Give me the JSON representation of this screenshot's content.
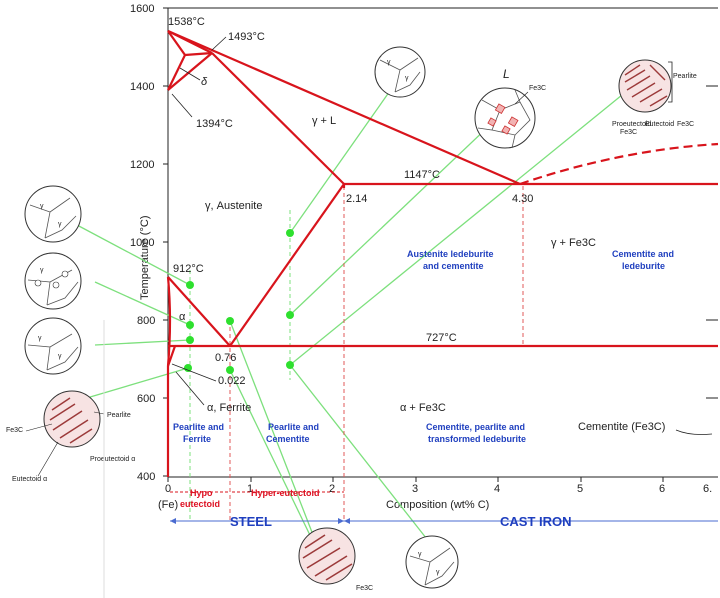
{
  "axes": {
    "y_title": "Temperature (°C)",
    "x_title": "Composition (wt% C)",
    "y_ticks": [
      "1600",
      "1400",
      "1200",
      "1000",
      "800",
      "600",
      "400"
    ],
    "x_ticks": [
      "0",
      "1",
      "2",
      "3",
      "4",
      "5",
      "6",
      "6."
    ],
    "fe_label": "(Fe)"
  },
  "points": {
    "t1538": "1538°C",
    "t1493": "1493°C",
    "delta": "δ",
    "t1394": "1394°C",
    "t1147": "1147°C",
    "c214": "2.14",
    "c430": "4.30",
    "t912": "912°C",
    "t727": "727°C",
    "c076": "0.76",
    "c0022": "0.022",
    "alpha_small": "α"
  },
  "phases": {
    "L": "L",
    "gamma_L": "γ + L",
    "austenite": "γ, Austenite",
    "gamma_fe3c": "γ + Fe3C",
    "alpha_fe3c": "α + Fe3C",
    "ferrite": "α, Ferrite",
    "cementite": "Cementite (Fe3C)"
  },
  "regions": {
    "pearlite_ferrite": [
      "Pearlite and",
      "Ferrite"
    ],
    "pearlite_cementite": [
      "Pearlite and",
      "Cementite"
    ],
    "cem_pearlite_led": [
      "Cementite, pearlite and",
      "transformed ledeburite"
    ],
    "aust_led_cem": [
      "Austenite ledeburite",
      "and cementite"
    ],
    "cem_led": [
      "Cementite and",
      "ledeburite"
    ]
  },
  "bands": {
    "hypo": [
      "Hypo",
      "eutectoid"
    ],
    "hyper": "Hyper-eutectoid",
    "steel": "STEEL",
    "cast_iron": "CAST IRON"
  },
  "microstructure": {
    "fe3c": "Fe3C",
    "pearlite": "Pearlite",
    "proeutectoid": "Proeutectoid",
    "proeutectoid_fe3c": "Fe3C",
    "eutectoid": "Eutectoid",
    "gamma": "γ",
    "left_pearlite": "Pearlite",
    "left_fe3c": "Fe3C",
    "left_proeutectoid": "Proeutectoid α",
    "left_eutectoid": "Eutectoid α",
    "bottom_fe3c": "Fe3C"
  },
  "colors": {
    "phase_line": "#d8141c",
    "leader": "#7de07d",
    "dot": "#2ee02e",
    "blue_text": "#1f3fbf"
  }
}
